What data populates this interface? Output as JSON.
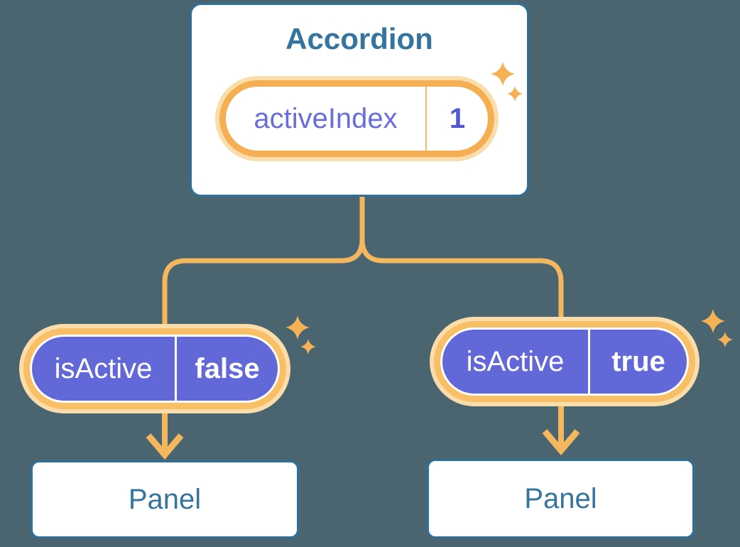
{
  "diagram": {
    "description": "Component tree diagram: Accordion holding activeIndex state passing isActive props to two Panels",
    "accordion": {
      "title": "Accordion",
      "state_pill": {
        "label": "activeIndex",
        "value": "1"
      }
    },
    "props": [
      {
        "label": "isActive",
        "value": "false"
      },
      {
        "label": "isActive",
        "value": "true"
      }
    ],
    "panels": [
      {
        "label": "Panel"
      },
      {
        "label": "Panel"
      }
    ],
    "icons": [
      "sparkle-icon",
      "arrow-down-icon"
    ],
    "colors": {
      "background": "#4B6570",
      "card_background": "#FFFFFF",
      "card_border": "#2F6F9C",
      "heading_text": "#35749E",
      "connector_orange": "#F5B75E",
      "pill_ring_orange": "#F6AE53",
      "pill_glow": "#FBDCAB",
      "prop_pill_purple": "#6368D8",
      "state_label_purple": "#6A6EDB",
      "state_value_purple": "#5157CF",
      "sparkle_orange": "#F4B155"
    }
  }
}
